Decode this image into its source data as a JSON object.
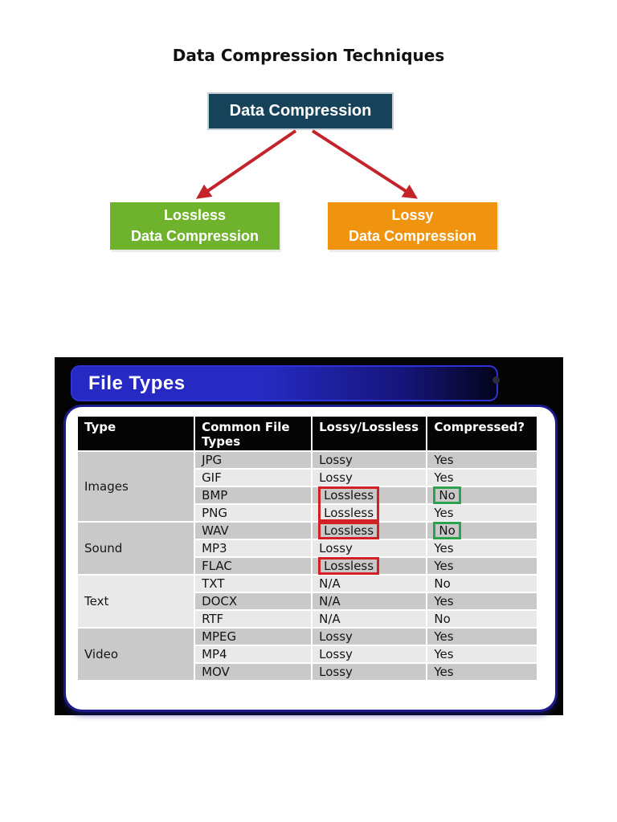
{
  "page": {
    "title": "Data Compression Techniques"
  },
  "diagram": {
    "root": {
      "label": "Data Compression",
      "color": "#17435a"
    },
    "children": [
      {
        "line1": "Lossless",
        "line2": "Data Compression",
        "color": "#6fb32d"
      },
      {
        "line1": "Lossy",
        "line2": "Data Compression",
        "color": "#f0930f"
      }
    ],
    "arrow_color": "#c4232b"
  },
  "file_types": {
    "title": "File Types",
    "bar_color": "#262ac2",
    "panel_outline_color": "#1b1b8c",
    "highlight_colors": {
      "red": "#d31f26",
      "green": "#2aa34c"
    },
    "columns": [
      "Type",
      "Common File Types",
      "Lossy/Lossless",
      "Compressed?"
    ],
    "rows": [
      {
        "group": "Images",
        "group_span": 4,
        "file": "JPG",
        "lossy": "Lossy",
        "compressed": "Yes"
      },
      {
        "file": "GIF",
        "lossy": "Lossy",
        "compressed": "Yes"
      },
      {
        "file": "BMP",
        "lossy": "Lossless",
        "compressed": "No",
        "lossy_highlight": "red",
        "compressed_highlight": "green"
      },
      {
        "file": "PNG",
        "lossy": "Lossless",
        "compressed": "Yes",
        "lossy_highlight": "red"
      },
      {
        "group": "Sound",
        "group_span": 3,
        "file": "WAV",
        "lossy": "Lossless",
        "compressed": "No",
        "lossy_highlight": "red",
        "compressed_highlight": "green"
      },
      {
        "file": "MP3",
        "lossy": "Lossy",
        "compressed": "Yes"
      },
      {
        "file": "FLAC",
        "lossy": "Lossless",
        "compressed": "Yes",
        "lossy_highlight": "red"
      },
      {
        "group": "Text",
        "group_span": 3,
        "file": "TXT",
        "lossy": "N/A",
        "compressed": "No"
      },
      {
        "file": "DOCX",
        "lossy": "N/A",
        "compressed": "Yes"
      },
      {
        "file": "RTF",
        "lossy": "N/A",
        "compressed": "No"
      },
      {
        "group": "Video",
        "group_span": 3,
        "file": "MPEG",
        "lossy": "Lossy",
        "compressed": "Yes"
      },
      {
        "file": "MP4",
        "lossy": "Lossy",
        "compressed": "Yes"
      },
      {
        "file": "MOV",
        "lossy": "Lossy",
        "compressed": "Yes"
      }
    ]
  }
}
